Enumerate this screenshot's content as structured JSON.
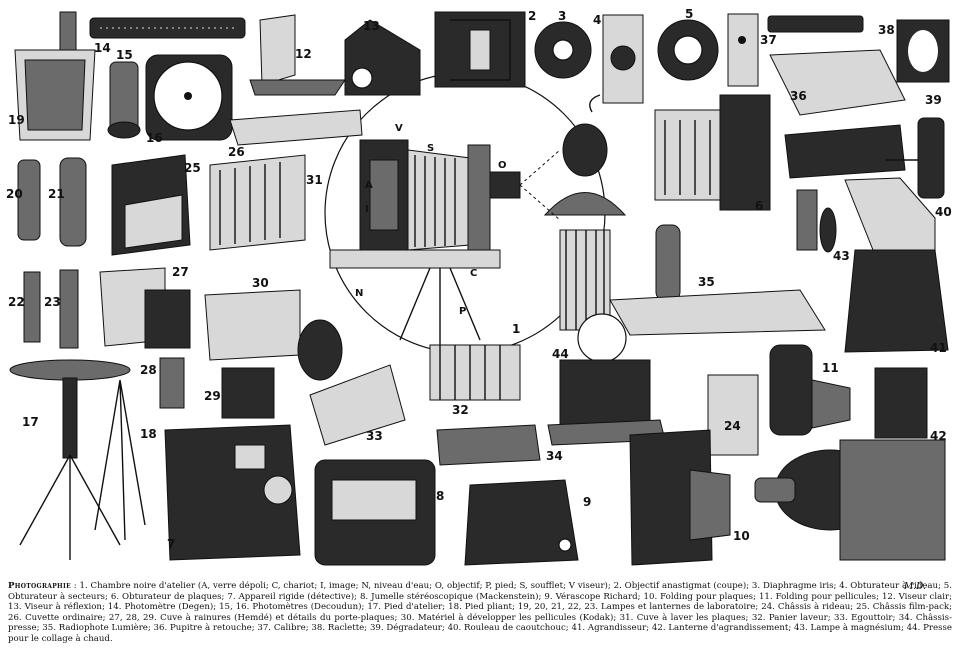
{
  "caption": {
    "title": "Photographie",
    "text": " : 1. Chambre noire d'atelier (A, verre dépoli; C, chariot; I, image; N, niveau d'eau; O, objectif; P, pied; S, soufflet; V viseur); 2. Objectif anastigmat (coupe); 3. Diaphragme iris; 4. Obturateur à rideau; 5. Obturateur à secteurs; 6. Obturateur de plaques; 7. Appareil rigide (détective); 8. Jumelle stéréoscopique (Mackenstein); 9. Vérascope Richard; 10. Folding pour plaques; 11. Folding pour pellicules; 12. Viseur clair; 13. Viseur à réflexion; 14. Photomètre (Degen); 15, 16. Photomètres (Decoudun); 17. Pied d'atelier; 18. Pied pliant; 19, 20, 21, 22, 23. Lampes et lanternes de laboratoire; 24. Châssis à rideau; 25. Châssis film-pack; 26. Cuvette ordinaire; 27, 28, 29. Cuve à rainures (Hemdé) et détails du porte-plaques; 30. Matériel à développer les pellicules (Kodak); 31. Cuve à laver les plaques; 32. Panier laveur; 33. Egouttoir; 34. Châssis-presse; 35. Radiophote Lumière; 36. Pupitre à retouche; 37. Calibre; 38. Raclette; 39. Dégradateur; 40. Rouleau de caoutchouc; 41. Agrandisseur; 42. Lanterne d'agrandissement; 43. Lampe à magnésium; 44. Presse pour le collage à chaud."
  },
  "signature": "M.D.",
  "figure_numbers": [
    "1",
    "2",
    "3",
    "4",
    "5",
    "6",
    "7",
    "8",
    "9",
    "10",
    "11",
    "12",
    "13",
    "14",
    "15",
    "16",
    "17",
    "18",
    "19",
    "20",
    "21",
    "22",
    "23",
    "24",
    "25",
    "26",
    "27",
    "28",
    "29",
    "30",
    "31",
    "32",
    "33",
    "34",
    "35",
    "36",
    "37",
    "38",
    "39",
    "40",
    "41",
    "42",
    "43",
    "44"
  ],
  "camera_part_letters": {
    "A": "A",
    "I": "I",
    "V": "V",
    "S": "S",
    "O": "O",
    "C": "C",
    "N": "N",
    "P": "P"
  }
}
